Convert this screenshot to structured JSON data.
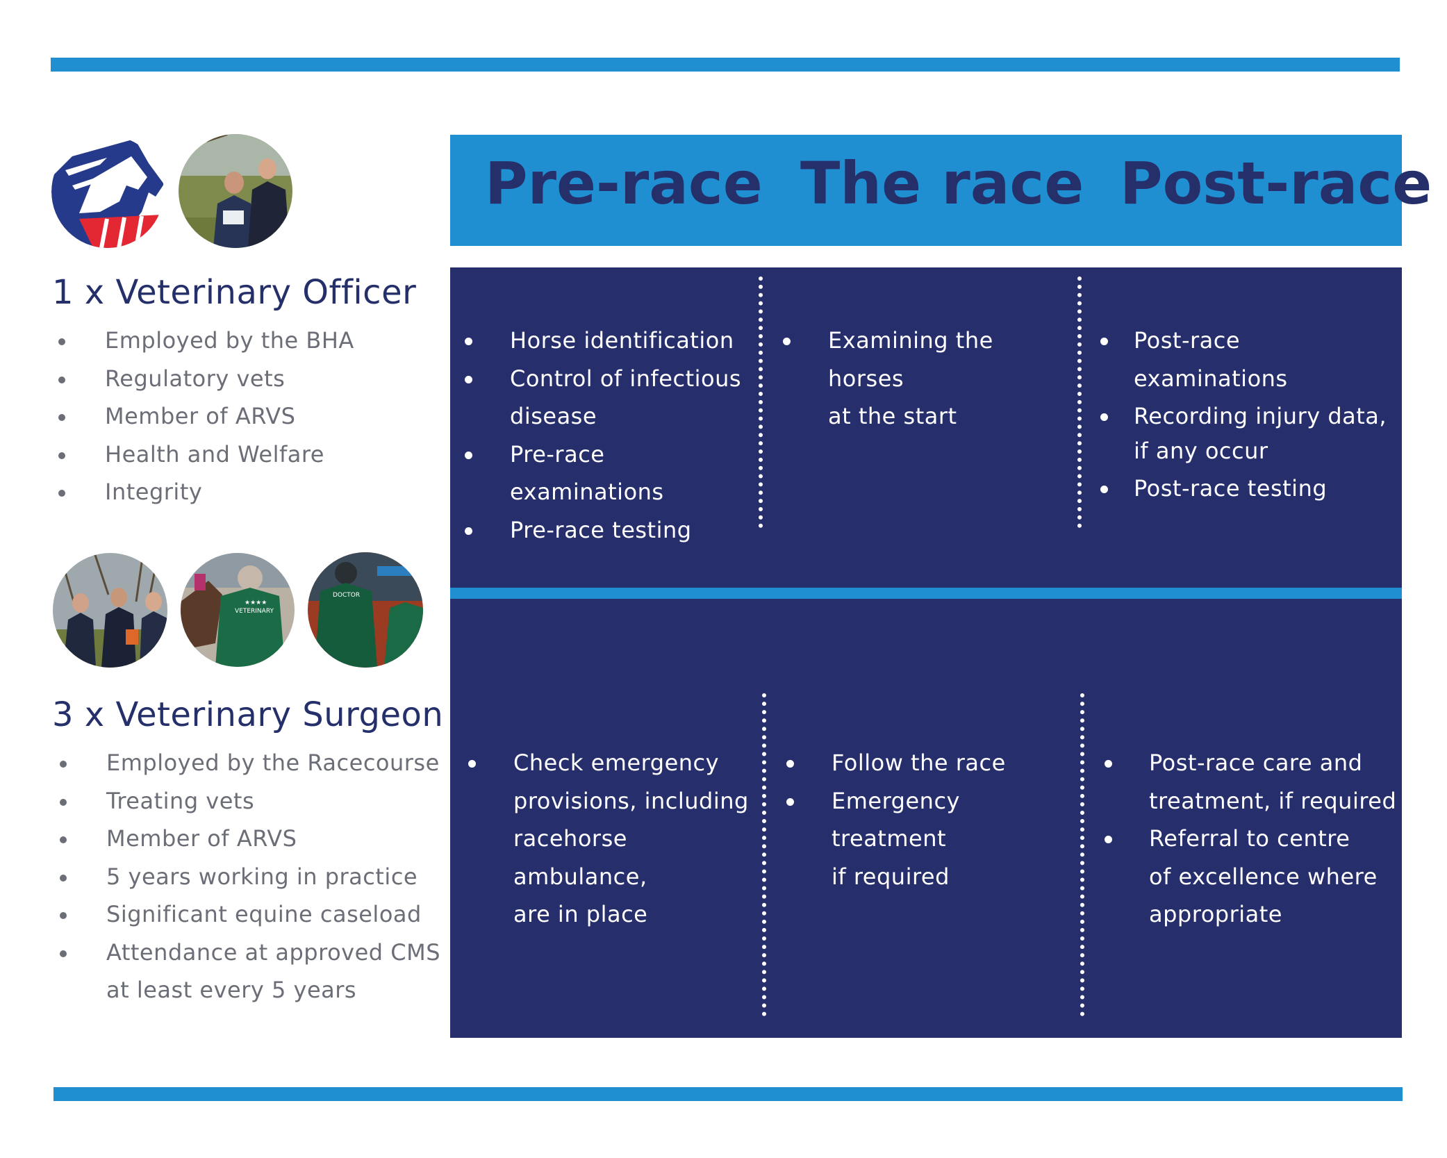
{
  "officer": {
    "title": "1 x Veterinary Officer",
    "items": [
      "Employed by the BHA",
      "Regulatory vets",
      "Member of ARVS",
      "Health and Welfare",
      "Integrity"
    ]
  },
  "surgeon": {
    "title": "3 x Veterinary Surgeon",
    "items": [
      "Employed by the Racecourse",
      "Treating vets",
      "Member of ARVS",
      "5 years working in practice",
      "Significant equine caseload",
      "Attendance at approved CMS\nat least every 5 years"
    ]
  },
  "phases": [
    "Pre-race",
    "The race",
    "Post-race"
  ],
  "officer_duties": {
    "pre_race": [
      "Horse identification",
      "Control of infectious\n disease",
      "Pre-race examinations",
      "Pre-race testing"
    ],
    "the_race": [
      "Examining the horses\n at the start"
    ],
    "post_race": [
      "Post-race examinations",
      "Recording injury data,\nif any occur",
      "Post-race testing"
    ]
  },
  "surgeon_duties": {
    "pre_race": [
      "Check emergency\n provisions, including\n racehorse ambulance,\n are in place"
    ],
    "the_race": [
      "Follow the race",
      "Emergency treatment\n if required"
    ],
    "post_race": [
      "Post-race care and\n treatment, if required",
      "Referral to centre\n of excellence where\n appropriate"
    ]
  },
  "colors": {
    "navy": "#262e6b",
    "blue": "#1f8fd2",
    "grey_text": "#6b6e76"
  },
  "icons": [
    "bha-horse-logo-icon",
    "photo-vet-officer",
    "photo-vets-group",
    "photo-veterinary-jacket",
    "photo-doctor-jacket"
  ]
}
